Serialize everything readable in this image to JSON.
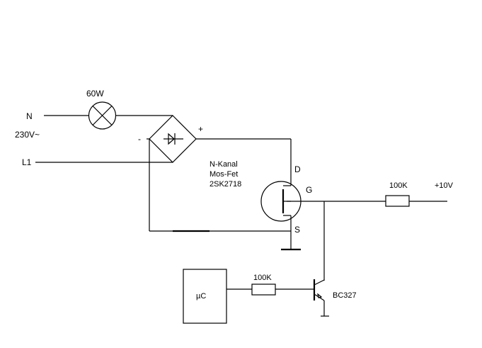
{
  "colors": {
    "background": "#ffffff",
    "ink": "#000000"
  },
  "labels": {
    "neutral": "N",
    "mains_voltage": "230V~",
    "line": "L1",
    "lamp_power": "60W",
    "rectifier_minus": "-",
    "rectifier_plus": "+",
    "mosfet_type_line1": "N-Kanal",
    "mosfet_type_line2": "Mos-Fet",
    "mosfet_part": "2SK2718",
    "drain": "D",
    "gate": "G",
    "source": "S",
    "gate_resistor": "100K",
    "supply_voltage": "+10V",
    "microcontroller": "µC",
    "base_resistor": "100K",
    "transistor_part": "BC327"
  },
  "icons": {
    "lamp": "lamp-icon",
    "rectifier": "bridge-rectifier-icon",
    "mosfet": "n-channel-mosfet-icon",
    "transistor": "pnp-transistor-icon",
    "ground": "ground-icon",
    "resistor": "resistor-icon"
  }
}
